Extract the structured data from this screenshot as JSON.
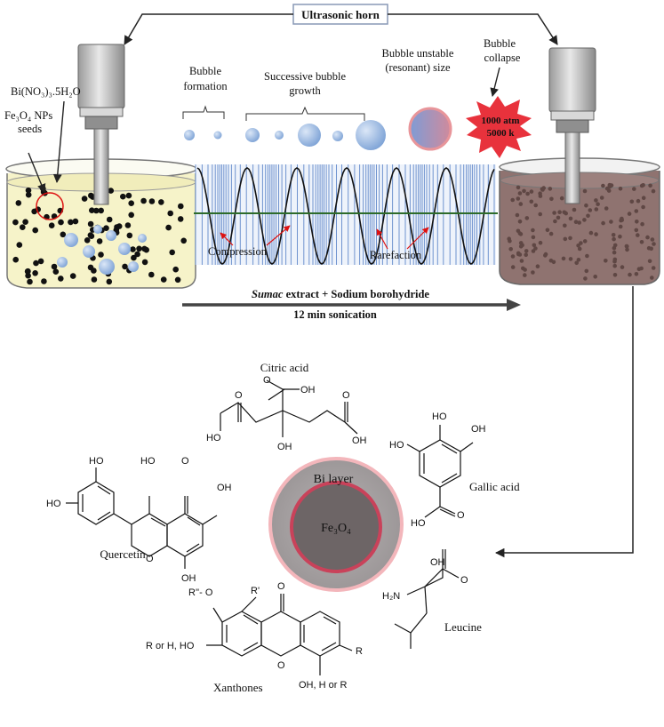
{
  "top": {
    "horn_label": "Ultrasonic horn",
    "bubble_formation_1": "Bubble",
    "bubble_formation_2": "formation",
    "growth_1": "Successive bubble",
    "growth_2": "growth",
    "unstable_1": "Bubble unstable",
    "unstable_2": "(resonant) size",
    "collapse_1": "Bubble",
    "collapse_2": "collapse",
    "burst_1": "1000 atm",
    "burst_2": "5000 k",
    "precursor": "Bi(NO₃)₃.5H₂O",
    "seeds_1": "Fe₃O₄ NPs",
    "seeds_2": "seeds",
    "compression": "Compression",
    "rarefaction": "Rarefaction",
    "arrow_line_italic": "Sumac",
    "arrow_line_rest": " extract + Sodium borohydride",
    "arrow_line_2": "12 min sonication"
  },
  "bottom": {
    "citric_acid": "Citric acid",
    "gallic_acid": "Gallic acid",
    "quercetin": "Quercetin",
    "leucine": "Leucine",
    "xanthones": "Xanthones",
    "shell_label": "Bi layer",
    "core_label": "Fe₃O₄"
  },
  "chem": {
    "oh": "OH",
    "ho": "HO",
    "o": "O",
    "h2n": "H₂N",
    "r_dprime_o": "R''- O",
    "r_prime": "R'",
    "r_or_h": "R or H, HO",
    "r": "R",
    "oh_h_or_r": "OH, H or R"
  },
  "colors": {
    "left_liquid": "#f6f3c9",
    "right_liquid": "#8f7370",
    "bubble": "#8fb0dd",
    "shell": "#a9a4a5",
    "core": "#6d6566",
    "ring": "#e39aa0",
    "burst": "#e8323c",
    "wave_line": "#2d6b2a"
  }
}
